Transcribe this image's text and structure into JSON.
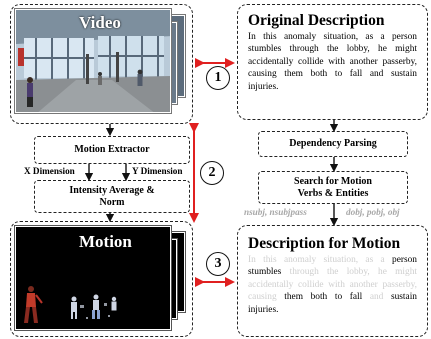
{
  "video_panel": {
    "label": "Video"
  },
  "motion_panel": {
    "label": "Motion"
  },
  "original_description": {
    "title": "Original Description",
    "text": "In this anomaly situation, as a person stumbles through the lobby, he might accidentally collide with another passerby, causing them both to fall and sustain injuries."
  },
  "motion_description": {
    "title": "Description for Motion",
    "segments": [
      {
        "text": "In this anomaly situation, as a ",
        "kept": false
      },
      {
        "text": "person",
        "kept": true
      },
      {
        "text": " stumbles",
        "kept": true
      },
      {
        "text": " through the lobby, he might accidentally collide with another passerby, causing ",
        "kept": false
      },
      {
        "text": "them both to fall",
        "kept": true
      },
      {
        "text": " and ",
        "kept": false
      },
      {
        "text": "sustain injuries.",
        "kept": true
      }
    ]
  },
  "pipeline_left": {
    "motion_extractor": "Motion Extractor",
    "x_dimension": "X Dimension",
    "y_dimension": "Y Dimension",
    "intensity": "Intensity Average & Norm"
  },
  "pipeline_right": {
    "dependency_parsing": "Dependency Parsing",
    "search": "Search for Motion Verbs & Entities",
    "dep_labels_left": "nsubj, nsubjpass",
    "dep_labels_right": "dobj, pobj, obj"
  },
  "steps": [
    "1",
    "2",
    "3"
  ],
  "colors": {
    "arrow_red": "#e02020",
    "faded_text": "#cfcfcf",
    "dep_label": "#a8a8a8"
  }
}
